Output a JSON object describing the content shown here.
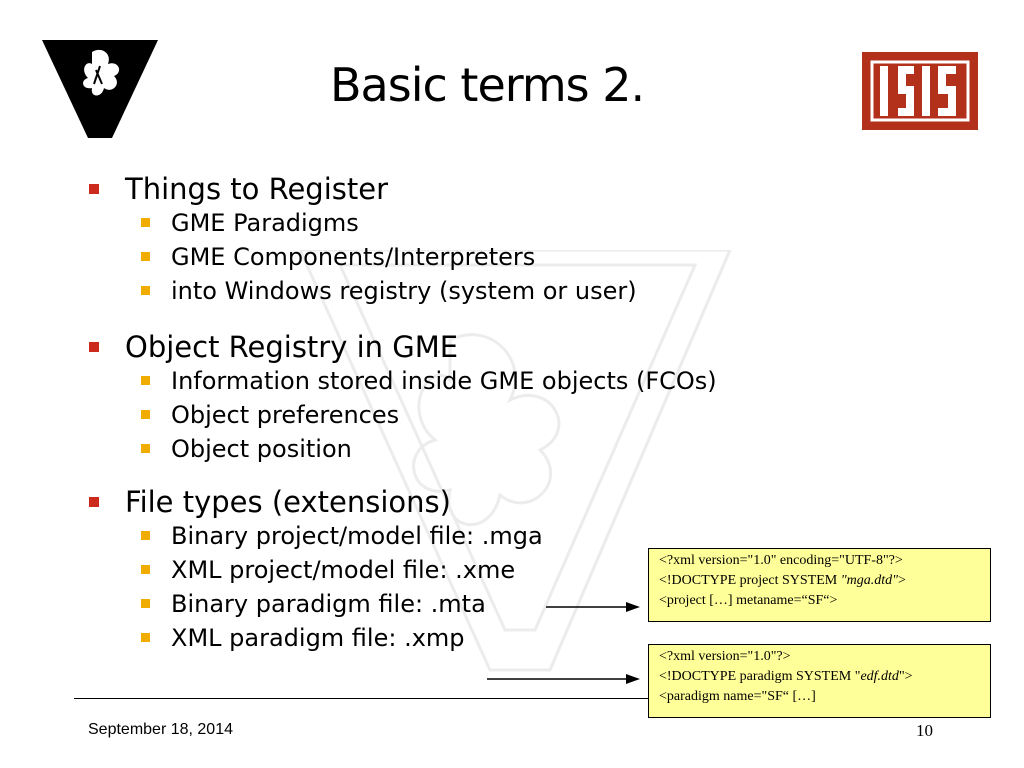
{
  "slide": {
    "title": "Basic terms 2.",
    "sections": [
      {
        "heading": "Things to Register",
        "items": [
          "GME Paradigms",
          "GME Components/Interpreters",
          "into Windows registry (system or user)"
        ]
      },
      {
        "heading": "Object Registry in GME",
        "items": [
          "Information stored inside GME objects (FCOs)",
          "Object preferences",
          "Object position"
        ]
      },
      {
        "heading": "File types (extensions)",
        "items": [
          "Binary project/model file: .mga",
          "XML project/model file: .xme",
          "Binary paradigm file: .mta",
          "XML paradigm file: .xmp"
        ]
      }
    ],
    "code_box_project": {
      "line1": "<?xml version=\"1.0\" encoding=\"UTF-8\"?>",
      "line2_pre": "<!DOCTYPE project SYSTEM ",
      "line2_em": "\"mga.dtd\"",
      "line2_post": ">",
      "line3": "<project […] metaname=“SF“>"
    },
    "code_box_paradigm": {
      "line1": "<?xml version=\"1.0\"?>",
      "line2_pre": "<!DOCTYPE paradigm SYSTEM \"",
      "line2_em": "edf.dtd",
      "line2_post": "\">",
      "line3": "<paradigm name=\"SF“ […]"
    },
    "footer": {
      "date": "September 18, 2014",
      "page": "10"
    }
  },
  "colors": {
    "level1_bullet": "#cc2a1c",
    "level2_bullet": "#f0ad00",
    "code_box_bg": "#ffff99",
    "isis_logo": "#b3301b"
  }
}
